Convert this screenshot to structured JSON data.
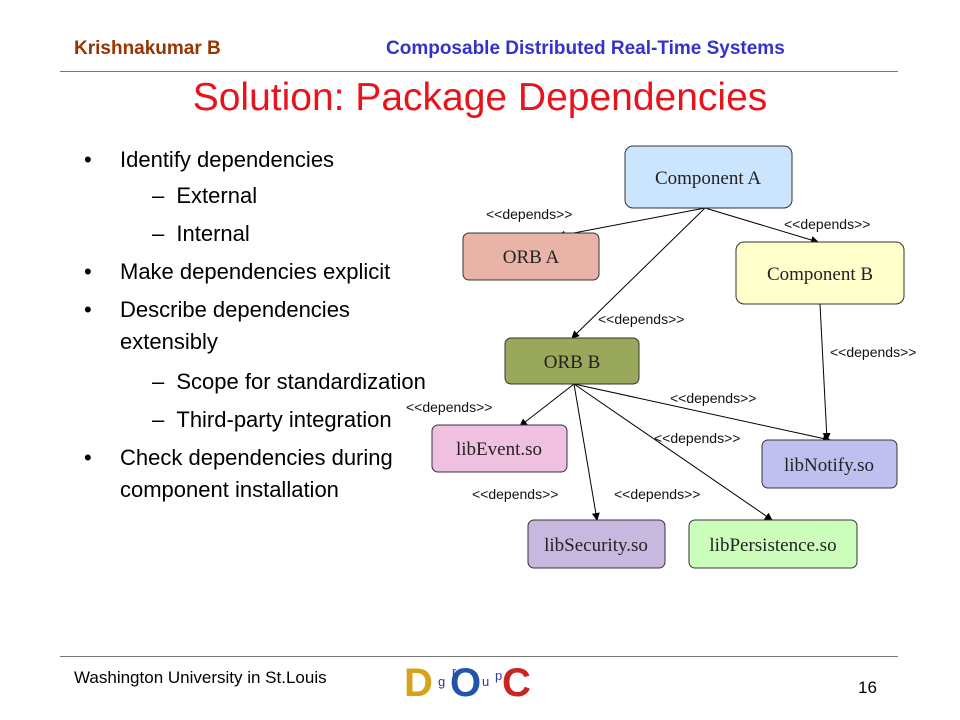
{
  "header": {
    "author": "Krishnakumar B",
    "course": "Composable Distributed Real-Time Systems"
  },
  "slide": {
    "title": "Solution:  Package Dependencies"
  },
  "bullets": [
    {
      "text": "Identify dependencies",
      "level": 1
    },
    {
      "text": "External",
      "level": 2
    },
    {
      "text": "Internal",
      "level": 2
    },
    {
      "text": "Make dependencies explicit",
      "level": 1
    },
    {
      "text": "Describe dependencies",
      "level": 1
    },
    {
      "text": "extensibly",
      "level": 1
    },
    {
      "text": "Scope for standardization",
      "level": 2
    },
    {
      "text": "Third-party integration",
      "level": 2
    },
    {
      "text": "Check dependencies during",
      "level": 1
    },
    {
      "text": "component installation",
      "level": 1
    }
  ],
  "diagram": {
    "nodes": {
      "component_a": {
        "label": "Component A",
        "color": "#cce5ff"
      },
      "orb_a": {
        "label": "ORB A",
        "color": "#e8b4a8"
      },
      "component_b": {
        "label": "Component B",
        "color": "#ffffcc"
      },
      "orb_b": {
        "label": "ORB B",
        "color": "#99a85a"
      },
      "libevent": {
        "label": "libEvent.so",
        "color": "#f0c0e0"
      },
      "libnotify": {
        "label": "libNotify.so",
        "color": "#c0c0f0"
      },
      "libsecurity": {
        "label": "libSecurity.so",
        "color": "#c8b8e0"
      },
      "libpersistence": {
        "label": "libPersistence.so",
        "color": "#ccffbb"
      }
    },
    "edge_label": "<<depends>>"
  },
  "footer": {
    "institution": "Washington University in St.Louis",
    "page_number": "16",
    "logo_letters": [
      "D",
      "O",
      "C"
    ],
    "logo_small_letters": [
      "g",
      "r",
      "u",
      "p"
    ]
  }
}
